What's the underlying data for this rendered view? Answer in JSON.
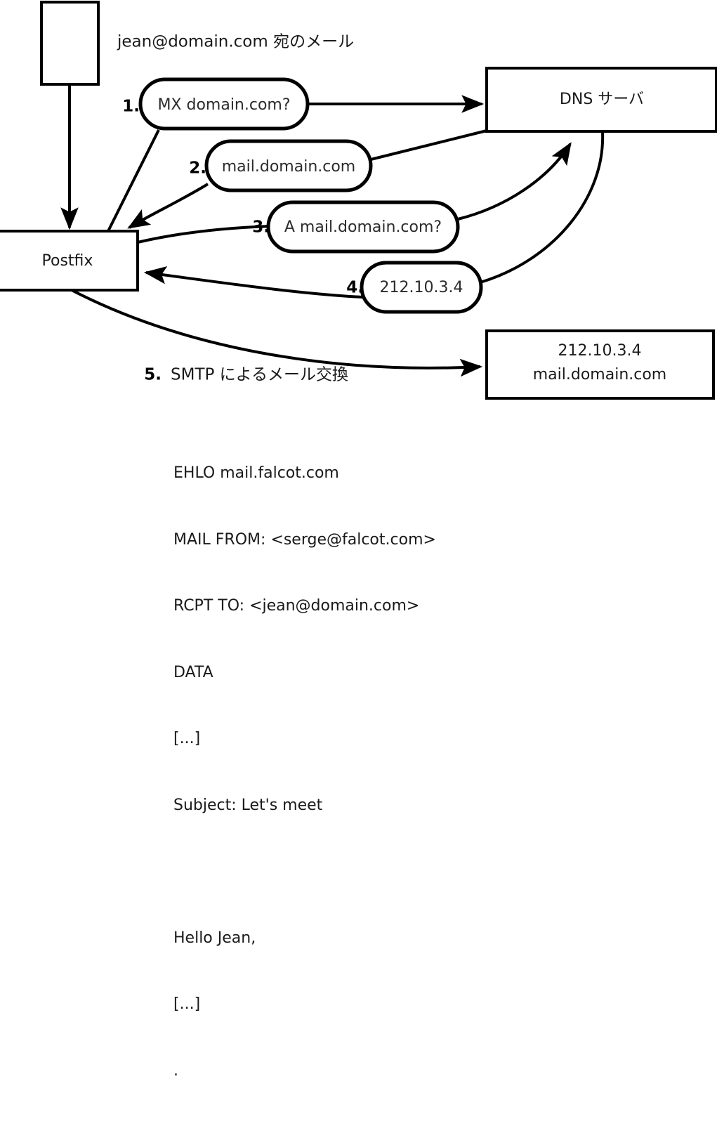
{
  "diagram": {
    "title_caption": "jean@domain.com 宛のメール",
    "nodes": [
      {
        "id": "sender-box",
        "label": ""
      },
      {
        "id": "postfix-box",
        "label": "Postfix"
      },
      {
        "id": "dns-box",
        "label": "DNS サーバ"
      },
      {
        "id": "mailserver-box",
        "label_line1": "212.10.3.4",
        "label_line2": "mail.domain.com"
      }
    ],
    "steps": [
      {
        "num": "1.",
        "label": "MX domain.com?"
      },
      {
        "num": "2.",
        "label": "mail.domain.com"
      },
      {
        "num": "3.",
        "label": "A mail.domain.com?"
      },
      {
        "num": "4.",
        "label": "212.10.3.4"
      },
      {
        "num": "5.",
        "label": "SMTP によるメール交換"
      }
    ],
    "colors": {
      "stroke": "#000000",
      "fill": "#ffffff",
      "text": "#1a1a1a"
    }
  },
  "transcript": {
    "lines": [
      "EHLO mail.falcot.com",
      "MAIL FROM: <serge@falcot.com>",
      "RCPT TO: <jean@domain.com>",
      "DATA",
      "[...]",
      "Subject: Let's meet",
      "",
      "Hello Jean,",
      "[...]",
      "."
    ],
    "l0": "EHLO mail.falcot.com",
    "l1": "MAIL FROM: <serge@falcot.com>",
    "l2": "RCPT TO: <jean@domain.com>",
    "l3": "DATA",
    "l4": "[...]",
    "l5": "Subject: Let's meet",
    "l6": "Hello Jean,",
    "l7": "[...]",
    "l8": "."
  }
}
